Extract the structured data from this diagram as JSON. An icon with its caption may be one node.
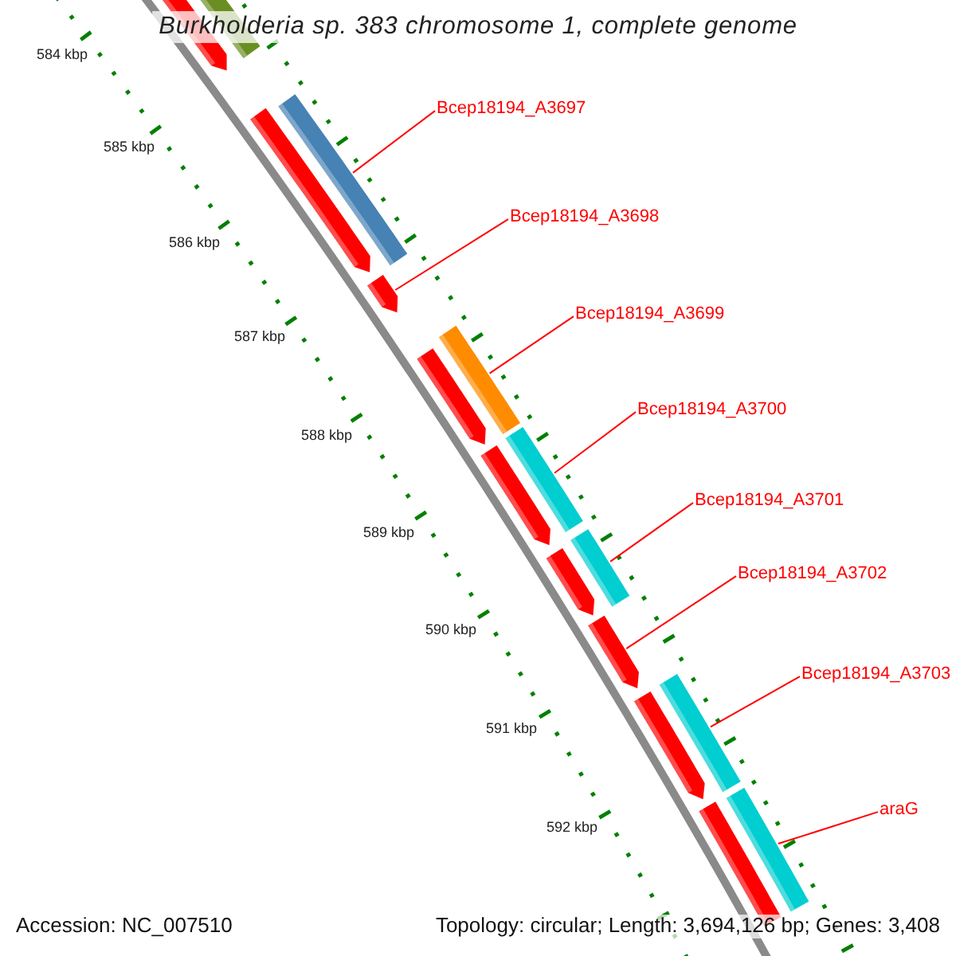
{
  "diagram": {
    "title": "Burkholderia sp. 383 chromosome 1, complete genome",
    "nodes": [
      {
        "text": [
          "Bcep18194_A3697"
        ]
      },
      {
        "text": [
          "Bcep18194_A3698"
        ]
      },
      {
        "text": [
          "Bcep18194_A3699"
        ]
      },
      {
        "text": [
          "Bcep18194_A3700"
        ]
      },
      {
        "text": [
          "Bcep18194_A3701"
        ]
      },
      {
        "text": [
          "Bcep18194_A3702"
        ]
      },
      {
        "text": [
          "Bcep18194_A3703"
        ]
      },
      {
        "text": [
          "araG"
        ]
      },
      {
        "text": [],
        "shape": "bar"
      },
      {
        "text": [],
        "shape": "bar"
      },
      {
        "text": [],
        "shape": "bar"
      },
      {
        "text": [],
        "shape": "bar"
      },
      {
        "text": [],
        "shape": "bar"
      },
      {
        "text": [],
        "shape": "bar"
      },
      {
        "text": [],
        "shape": "bar"
      },
      {
        "text": [],
        "shape": "bar"
      }
    ],
    "edges": [
      {
        "from": 0,
        "to": 8,
        "arrow": "none"
      },
      {
        "from": 1,
        "to": 9,
        "arrow": "none"
      },
      {
        "from": 2,
        "to": 10,
        "arrow": "none"
      },
      {
        "from": 3,
        "to": 11,
        "arrow": "none"
      },
      {
        "from": 4,
        "to": 12,
        "arrow": "none"
      },
      {
        "from": 5,
        "to": 13,
        "arrow": "none"
      },
      {
        "from": 6,
        "to": 14,
        "arrow": "none"
      },
      {
        "from": 7,
        "to": 15,
        "arrow": "none"
      }
    ],
    "labels": [
      "584 kbp",
      "585 kbp",
      "586 kbp",
      "587 kbp",
      "588 kbp",
      "589 kbp",
      "590 kbp",
      "591 kbp",
      "592 kbp",
      "Accession: NC_007510",
      "Topology: circular; Length: 3,694,126 bp; Genes: 3,408"
    ]
  }
}
